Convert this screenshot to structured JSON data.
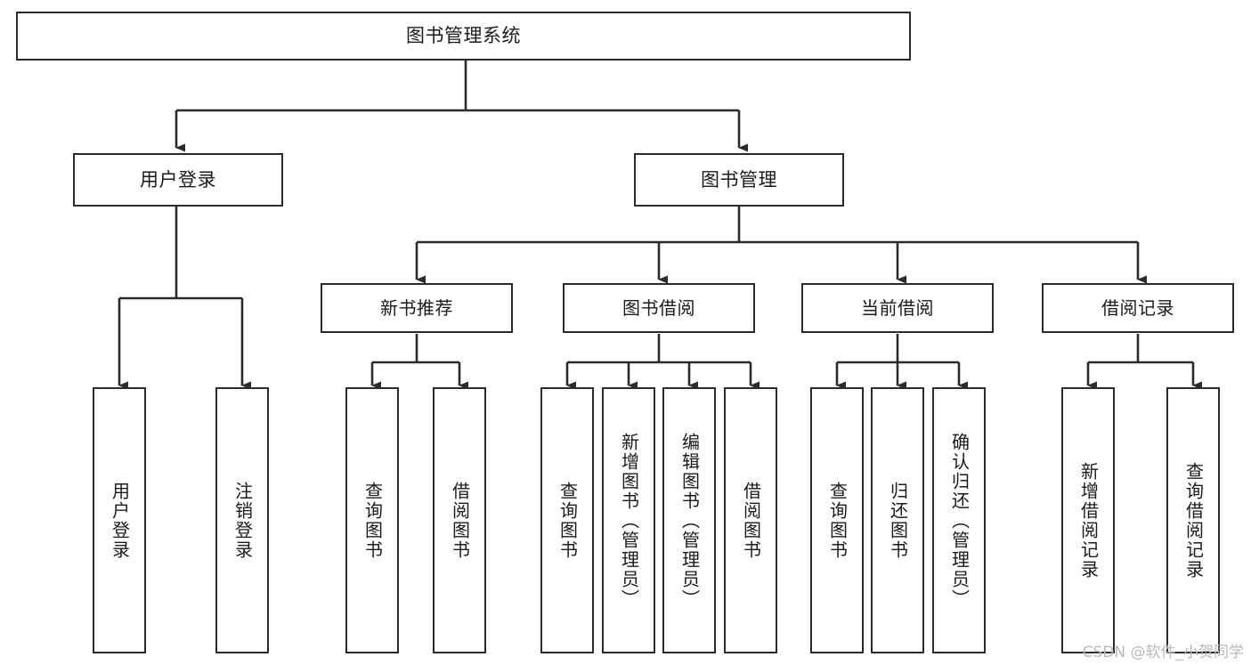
{
  "diagram": {
    "title": "图书管理系统",
    "type": "hierarchy-tree",
    "root": {
      "id": "root",
      "label": "图书管理系统"
    },
    "level1": [
      {
        "id": "user-login",
        "label": "用户登录"
      },
      {
        "id": "book-manage",
        "label": "图书管理"
      }
    ],
    "level2": [
      {
        "id": "new-book-recommend",
        "label": "新书推荐",
        "parent": "book-manage"
      },
      {
        "id": "book-borrow",
        "label": "图书借阅",
        "parent": "book-manage"
      },
      {
        "id": "current-borrow",
        "label": "当前借阅",
        "parent": "book-manage"
      },
      {
        "id": "borrow-record",
        "label": "借阅记录",
        "parent": "book-manage"
      }
    ],
    "leaves": [
      {
        "id": "leaf-user-login",
        "label": "用户登录",
        "parent": "user-login"
      },
      {
        "id": "leaf-user-logout",
        "label": "注销登录",
        "parent": "user-login"
      },
      {
        "id": "leaf-query-book-1",
        "label": "查询图书",
        "parent": "new-book-recommend"
      },
      {
        "id": "leaf-borrow-book-1",
        "label": "借阅图书",
        "parent": "new-book-recommend"
      },
      {
        "id": "leaf-query-book-2",
        "label": "查询图书",
        "parent": "book-borrow"
      },
      {
        "id": "leaf-add-book",
        "label": "新增图书（管理员）",
        "parent": "book-borrow"
      },
      {
        "id": "leaf-edit-book",
        "label": "编辑图书（管理员）",
        "parent": "book-borrow"
      },
      {
        "id": "leaf-borrow-book-2",
        "label": "借阅图书",
        "parent": "book-borrow"
      },
      {
        "id": "leaf-query-book-3",
        "label": "查询图书",
        "parent": "current-borrow"
      },
      {
        "id": "leaf-return-book",
        "label": "归还图书",
        "parent": "current-borrow"
      },
      {
        "id": "leaf-confirm-return",
        "label": "确认归还（管理员）",
        "parent": "current-borrow"
      },
      {
        "id": "leaf-add-record",
        "label": "新增借阅记录",
        "parent": "borrow-record"
      },
      {
        "id": "leaf-query-record",
        "label": "查询借阅记录",
        "parent": "borrow-record"
      }
    ],
    "colors": {
      "stroke": "#2b2b2b",
      "fill": "#ffffff",
      "text": "#1b1b1b",
      "watermark": "#b9b9b9"
    }
  },
  "watermark": {
    "text": "CSDN @软件_小贺同学"
  }
}
